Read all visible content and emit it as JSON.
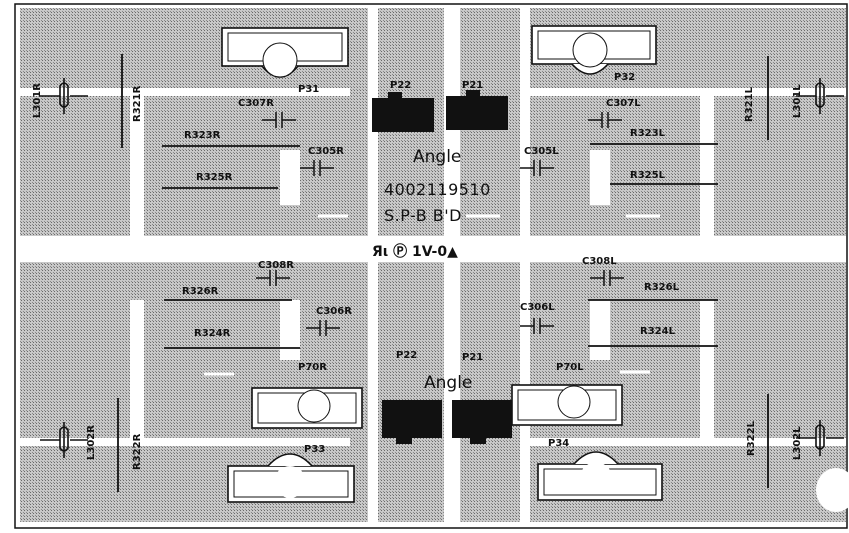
{
  "board": {
    "angle_top": "Angle",
    "angle_bottom": "Angle",
    "part_number": "4002119510",
    "board_name": "S.P-B B'D",
    "cert_mark": "Яι Ⓟ 1V-0▲"
  },
  "pads": {
    "p31": "P31",
    "p32": "P32",
    "p33": "P33",
    "p34": "P34",
    "p70r": "P70R",
    "p70l": "P70L",
    "p22_top": "P22",
    "p21_top": "P21",
    "p22_bottom": "P22",
    "p21_bottom": "P21"
  },
  "components": {
    "c307r": "C307R",
    "c305r": "C305R",
    "r323r": "R323R",
    "r325r": "R325R",
    "r321r": "R321R",
    "l301r": "L301R",
    "c307l": "C307L",
    "c305l": "C305L",
    "r323l": "R323L",
    "r325l": "R325L",
    "r321l": "R321L",
    "l301l": "L301L",
    "c308r": "C308R",
    "c306r": "C306R",
    "r326r": "R326R",
    "r324r": "R324R",
    "r322r": "R322R",
    "l302r": "L302R",
    "c308l": "C308L",
    "c306l": "C306L",
    "r326l": "R326L",
    "r324l": "R324L",
    "r322l": "R322L",
    "l302l": "L302L"
  }
}
